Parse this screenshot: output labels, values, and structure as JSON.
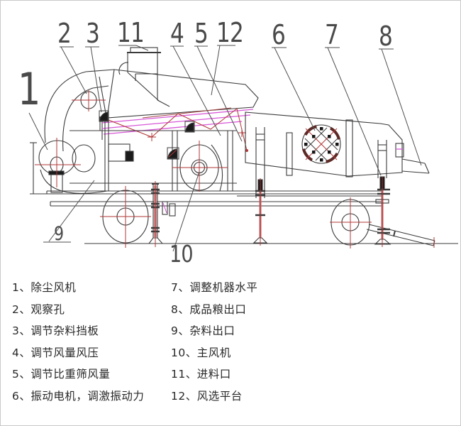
{
  "figure": {
    "kind": "technical line drawing, side elevation of a grain cleaning / air-screen separator machine",
    "background": "#ffffff"
  },
  "colors": {
    "structure_line": "#3b3b3b",
    "leader_line": "#4f4f4f",
    "centerline_red": "#b23737",
    "sieve_magenta": "#d857d8",
    "motor_arc_dark_red": "#5d2a26",
    "legend_text": "#282828"
  },
  "callouts": {
    "c1": "1",
    "c2": "2",
    "c3": "3",
    "c4": "4",
    "c5": "5",
    "c6": "6",
    "c7": "7",
    "c8": "8",
    "c9": "9",
    "c10": "10",
    "c11": "11",
    "c12": "12"
  },
  "legend": {
    "separator": "、",
    "left": [
      {
        "num": "1",
        "label": "除尘风机"
      },
      {
        "num": "2",
        "label": "观察孔"
      },
      {
        "num": "3",
        "label": "调节杂料挡板"
      },
      {
        "num": "4",
        "label": "调节风量风压"
      },
      {
        "num": "5",
        "label": "调节比重筛风量"
      },
      {
        "num": "6",
        "label": "振动电机，调激振动力"
      }
    ],
    "right": [
      {
        "num": "7",
        "label": "调整机器水平"
      },
      {
        "num": "8",
        "label": "成品粮出口"
      },
      {
        "num": "9",
        "label": "杂料出口"
      },
      {
        "num": "10",
        "label": "主风机"
      },
      {
        "num": "11",
        "label": "进料口"
      },
      {
        "num": "12",
        "label": "风选平台"
      }
    ]
  }
}
